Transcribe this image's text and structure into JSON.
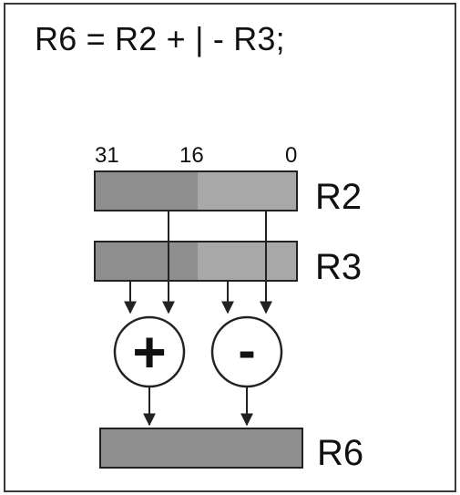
{
  "title": "R6 = R2 + | - R3;",
  "bit_labels": {
    "b31": "31",
    "b16": "16",
    "b0": "0"
  },
  "registers": {
    "r2": "R2",
    "r3": "R3",
    "r6": "R6"
  },
  "operators": {
    "add": "+",
    "sub": "-"
  },
  "colors": {
    "frame": "#3a3a3a",
    "upper_half": "#8e8e8e",
    "lower_half": "#a8a8a8",
    "r6_fill": "#8e8e8e",
    "stroke": "#222222"
  }
}
